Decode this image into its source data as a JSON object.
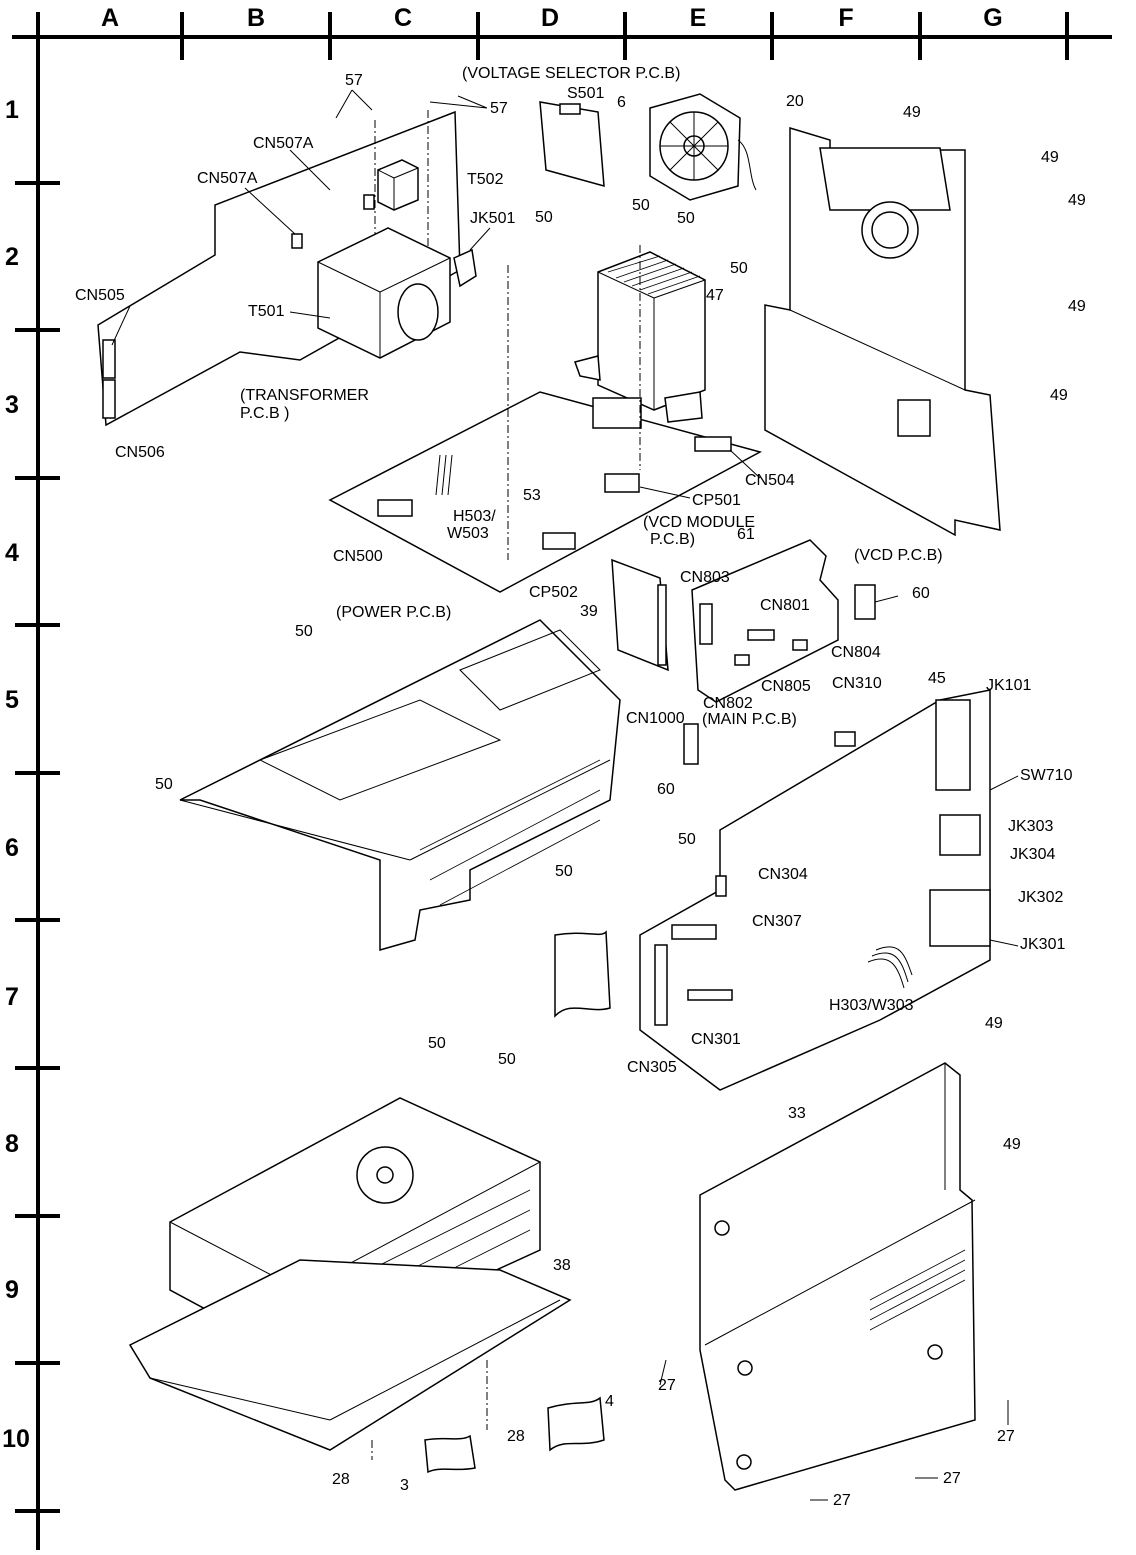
{
  "grid": {
    "columns": [
      "A",
      "B",
      "C",
      "D",
      "E",
      "F",
      "G"
    ],
    "rows": [
      "1",
      "2",
      "3",
      "4",
      "5",
      "6",
      "7",
      "8",
      "9",
      "10"
    ]
  },
  "labels": {
    "voltage_selector_pcb": "(VOLTAGE SELECTOR P.C.B)",
    "s501": "S501",
    "p57a": "57",
    "p57b": "57",
    "p6": "6",
    "p20": "20",
    "p49_1": "49",
    "p49_2": "49",
    "p49_3": "49",
    "p49_4": "49",
    "p49_5": "49",
    "p49_6": "49",
    "p49_7": "49",
    "cn507a_1": "CN507A",
    "cn507a_2": "CN507A",
    "t502": "T502",
    "jk501": "JK501",
    "p50_1": "50",
    "p50_2": "50",
    "p50_3": "50",
    "p50_4": "50",
    "p50_5": "50",
    "p50_6": "50",
    "p50_7": "50",
    "p50_8": "50",
    "p50_9": "50",
    "p50_10": "50",
    "cn505": "CN505",
    "t501": "T501",
    "p47": "47",
    "transformer_pcb_1": "(TRANSFORMER",
    "transformer_pcb_2": "P.C.B )",
    "cn506": "CN506",
    "p53": "53",
    "cn504": "CN504",
    "cp501": "CP501",
    "h503_1": "H503/",
    "h503_2": "W503",
    "cn500": "CN500",
    "vcd_module_1": "(VCD MODULE",
    "vcd_module_2": "P.C.B)",
    "p61": "61",
    "vcd_pcb": "(VCD P.C.B)",
    "cn803": "CN803",
    "cp502": "CP502",
    "power_pcb": "(POWER P.C.B)",
    "p39": "39",
    "cn801": "CN801",
    "p60_1": "60",
    "p60_2": "60",
    "cn804": "CN804",
    "cn805": "CN805",
    "cn802": "CN802",
    "cn1000": "CN1000",
    "cn310": "CN310",
    "p45": "45",
    "jk101": "JK101",
    "main_pcb": "(MAIN P.C.B)",
    "sw710": "SW710",
    "jk303": "JK303",
    "jk304": "JK304",
    "cn304": "CN304",
    "jk302": "JK302",
    "cn307": "CN307",
    "jk301": "JK301",
    "h303": "H303/W303",
    "cn301": "CN301",
    "cn305": "CN305",
    "p33": "33",
    "p38": "38",
    "p27_1": "27",
    "p27_2": "27",
    "p27_3": "27",
    "p27_4": "27",
    "p4": "4",
    "p28_1": "28",
    "p28_2": "28",
    "p3": "3"
  }
}
